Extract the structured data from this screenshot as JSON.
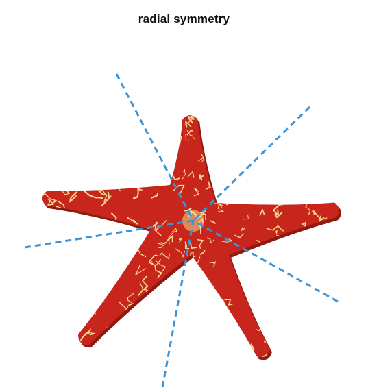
{
  "title": "radial symmetry",
  "colors": {
    "starfish_body": "#c8261c",
    "starfish_shadow": "#8f1a12",
    "starfish_pattern": "#f3d98e",
    "symmetry_line": "#3d93d6",
    "background": "#ffffff"
  },
  "figure": {
    "subject": "starfish",
    "arm_count": 5,
    "symmetry_axes": 5,
    "line_style": "dashed"
  }
}
